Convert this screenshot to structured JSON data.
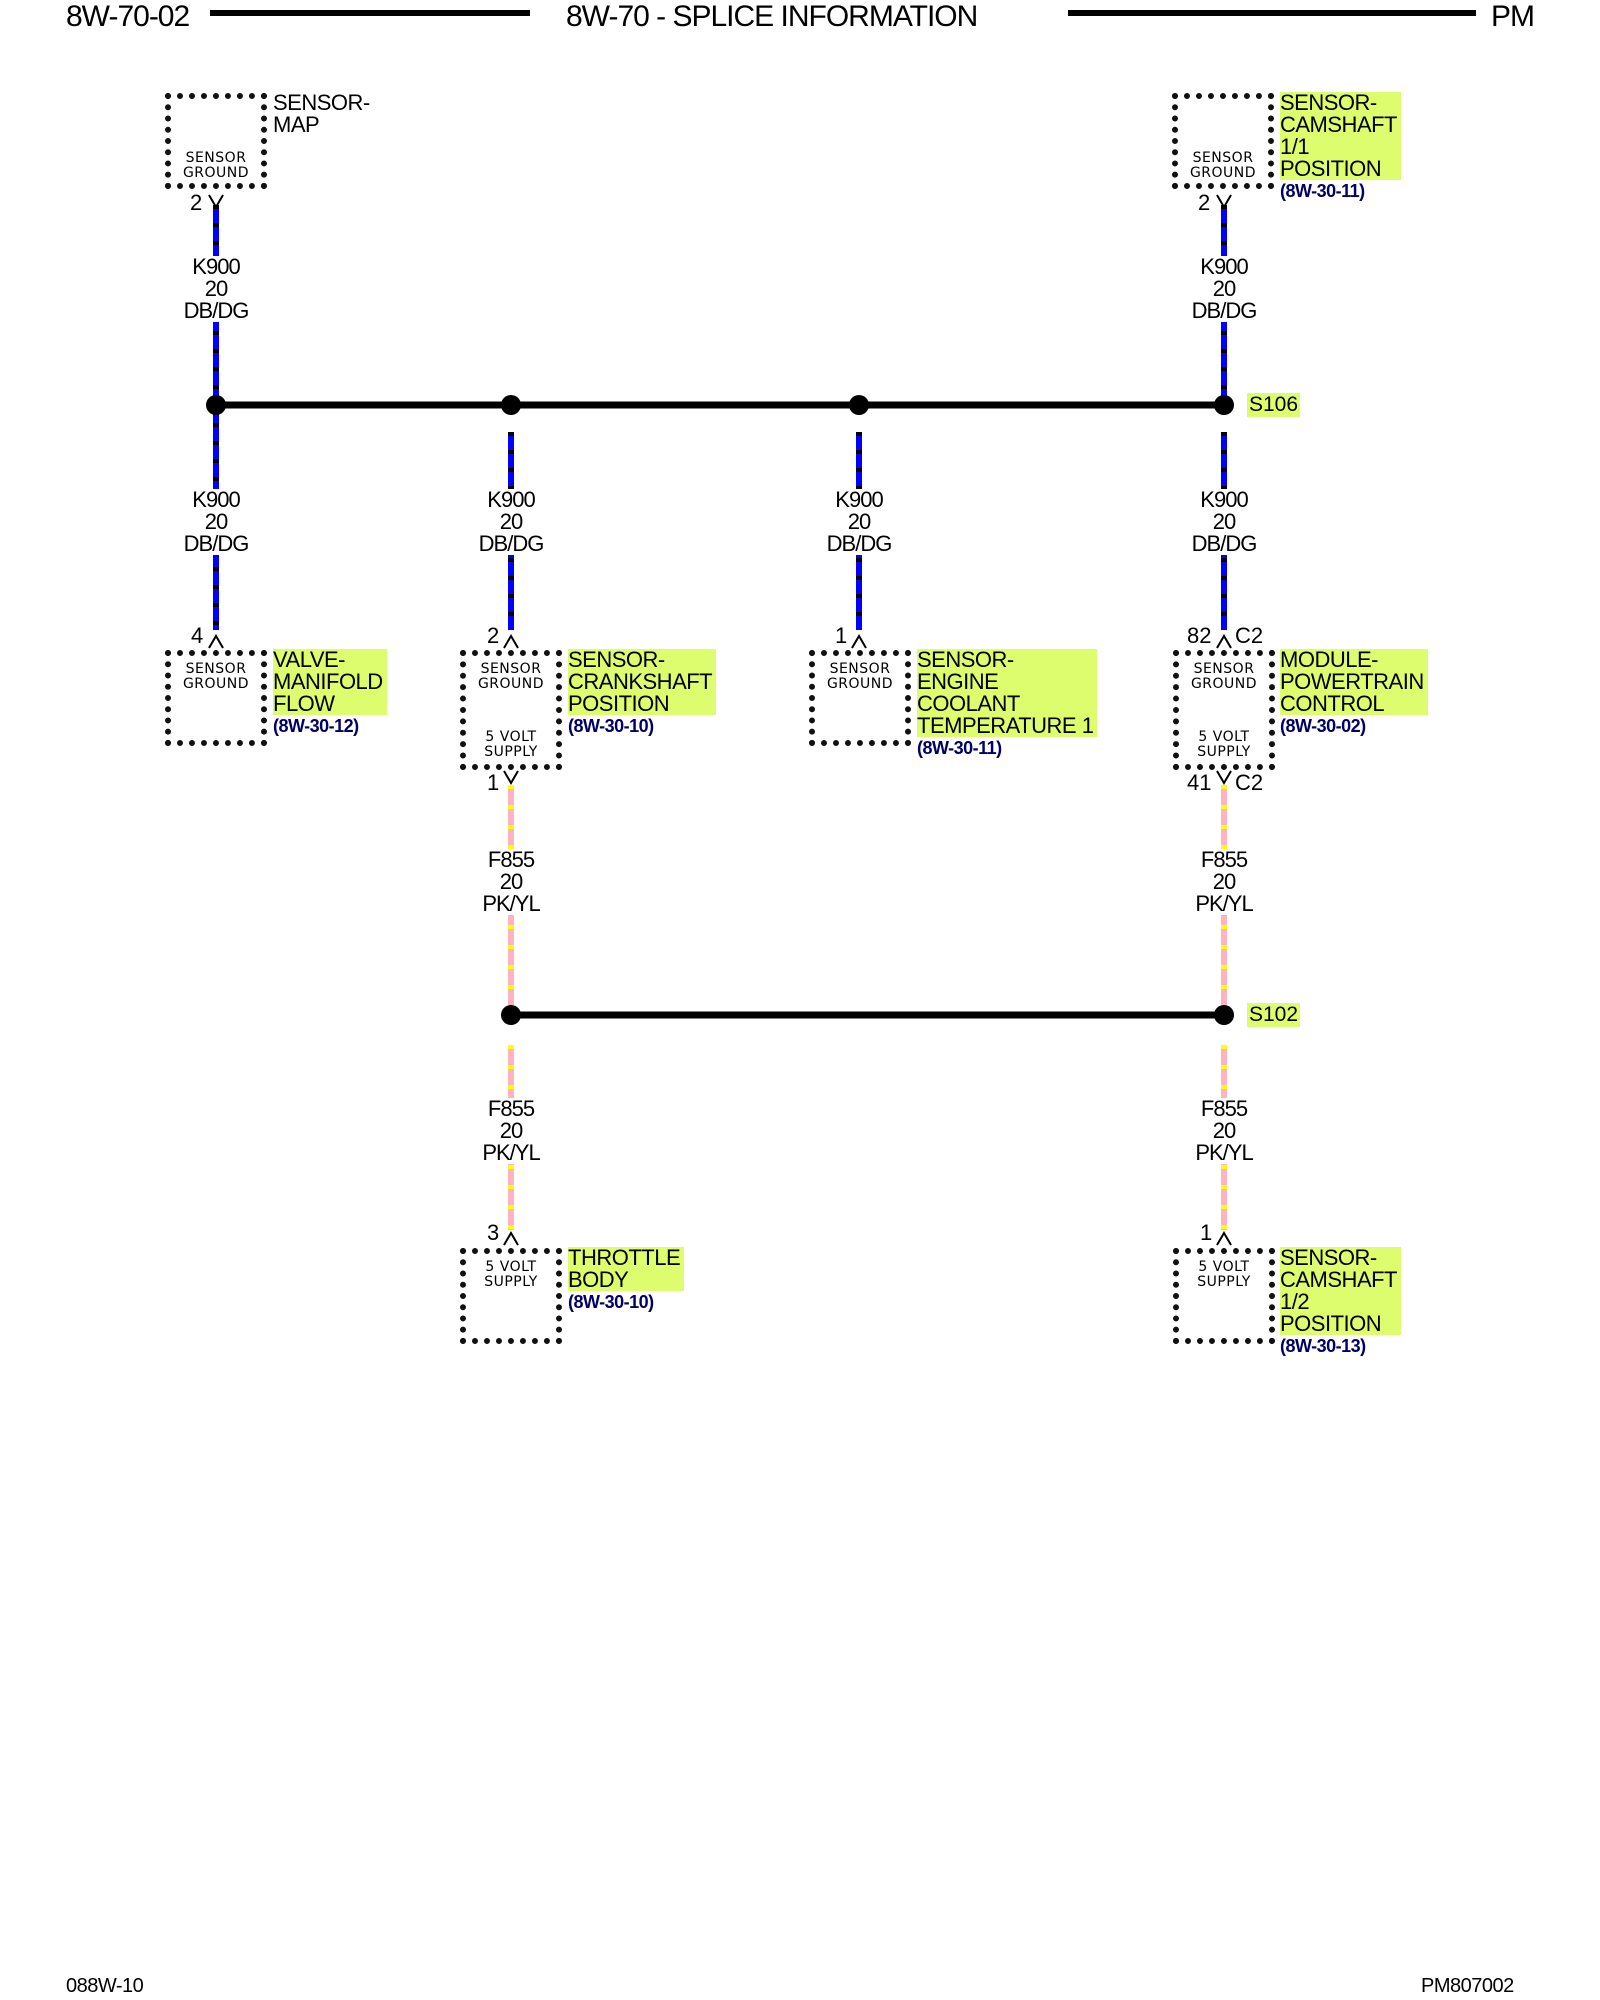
{
  "header": {
    "page_code": "8W-70-02",
    "title": "8W-70 - SPLICE INFORMATION",
    "model": "PM"
  },
  "footer": {
    "left": "088W-10",
    "right": "PM807002"
  },
  "colors": {
    "wire_ground": "#0000ff",
    "wire_supply": "#ffb3c1",
    "wire_supply_dash": "#ffff00",
    "highlight": "#ddfd6f",
    "ref_text": "#000066"
  },
  "wires": {
    "k900": {
      "circuit": "K900",
      "gauge": "20",
      "color": "DB/DG"
    },
    "f855": {
      "circuit": "F855",
      "gauge": "20",
      "color": "PK/YL"
    }
  },
  "splices": {
    "s106": "S106",
    "s102": "S102"
  },
  "pin_labels": {
    "sensor_ground": "SENSOR GROUND",
    "five_volt_supply": "5 VOLT SUPPLY"
  },
  "components": {
    "map": {
      "name": "SENSOR-\nMAP",
      "ref": "",
      "pin": "2"
    },
    "cam11": {
      "name": "SENSOR-\nCAMSHAFT\n1/1\nPOSITION",
      "ref": "(8W-30-11)",
      "pin": "2"
    },
    "iac": {
      "name": "VALVE-\nMANIFOLD\nFLOW",
      "ref": "(8W-30-12)",
      "pin": "4"
    },
    "ckp": {
      "name": "SENSOR-\nCRANKSHAFT\nPOSITION",
      "ref": "(8W-30-10)",
      "pin_top": "2",
      "pin_bottom": "1"
    },
    "ect": {
      "name": "SENSOR-\nENGINE\nCOOLANT\nTEMPERATURE 1",
      "ref": "(8W-30-11)",
      "pin": "1"
    },
    "pcm": {
      "name": "MODULE-\nPOWERTRAIN\nCONTROL",
      "ref": "(8W-30-02)",
      "pin_top": "82",
      "pin_top_conn": "C2",
      "pin_bottom": "41",
      "pin_bottom_conn": "C2"
    },
    "tb": {
      "name": "THROTTLE\nBODY",
      "ref": "(8W-30-10)",
      "pin": "3"
    },
    "cam12": {
      "name": "SENSOR-\nCAMSHAFT\n1/2\nPOSITION",
      "ref": "(8W-30-13)",
      "pin": "1"
    }
  }
}
